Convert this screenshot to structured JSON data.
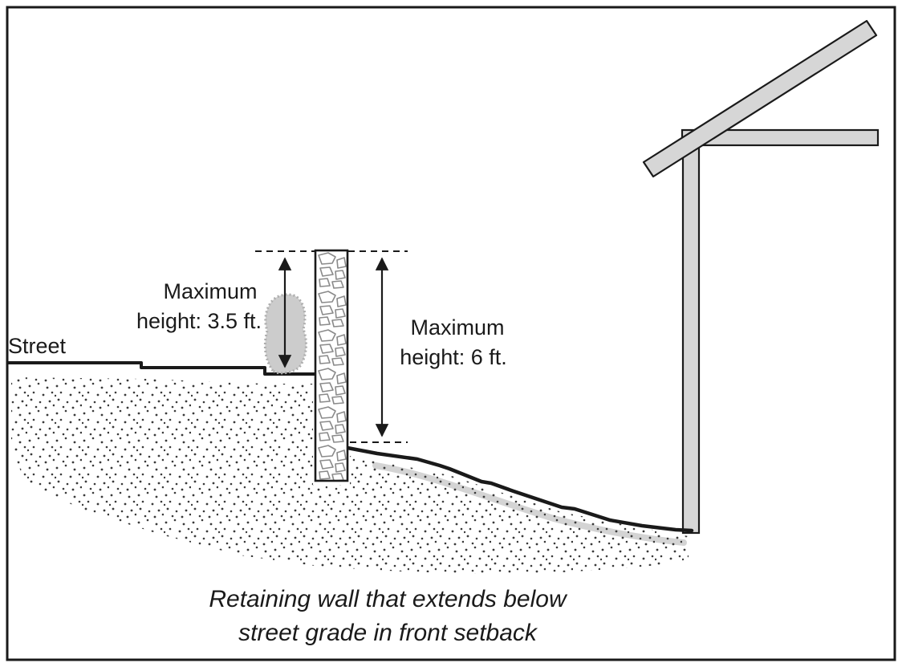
{
  "figure": {
    "street_label": "Street",
    "left_measure": {
      "line1": "Maximum",
      "line2": "height: 3.5 ft."
    },
    "right_measure": {
      "line1": "Maximum",
      "line2": "height: 6 ft."
    },
    "caption": {
      "line1": "Retaining wall that extends below",
      "line2": "street grade in front setback"
    }
  },
  "colors": {
    "ink": "#1a1a1a",
    "structure_gray": "#d6d6d6",
    "bush_gray": "#cccccc",
    "stone_outline": "#8a8a8a",
    "stipple_dot": "#3a3a3a",
    "background": "#ffffff"
  }
}
